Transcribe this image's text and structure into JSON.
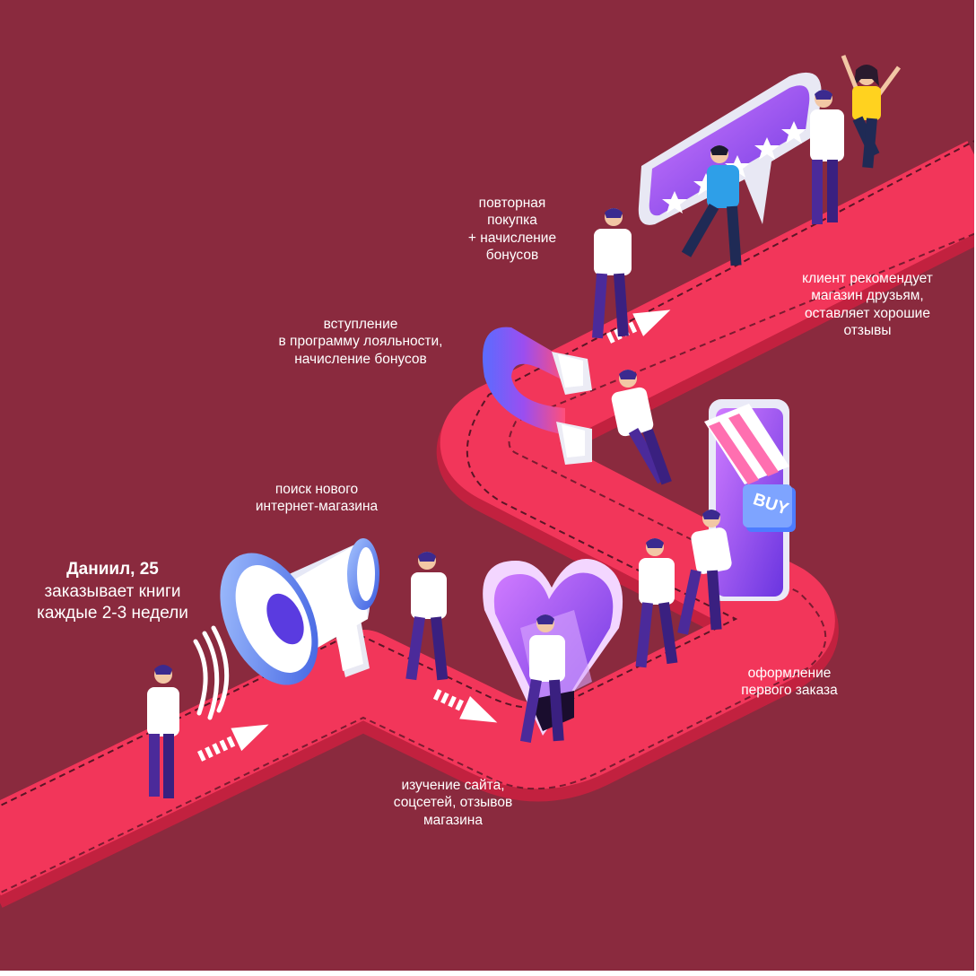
{
  "persona": {
    "name": "Даниил, 25",
    "line1": "заказывает книги",
    "line2": "каждые 2-3 недели"
  },
  "steps": [
    {
      "lines": [
        "поиск нового",
        "интернет-магазина"
      ]
    },
    {
      "lines": [
        "изучение сайта,",
        "соцсетей, отзывов",
        "магазина"
      ]
    },
    {
      "lines": [
        "оформление",
        "первого заказа"
      ]
    },
    {
      "lines": [
        "вступление",
        "в программу лояльности,",
        "начисление бонусов"
      ]
    },
    {
      "lines": [
        "повторная",
        "покупка",
        "+ начисление",
        "бонусов"
      ]
    },
    {
      "lines": [
        "клиент рекомендует",
        "магазин друзьям,",
        "оставляет хорошие",
        "отзывы"
      ]
    }
  ],
  "buy_sign": "BUY",
  "colors": {
    "background": "#8a2a3e",
    "road": "#f2365a",
    "road_edge": "#c2213f",
    "accent_purple": "#7b3fe4",
    "accent_blue": "#4d7cff"
  }
}
